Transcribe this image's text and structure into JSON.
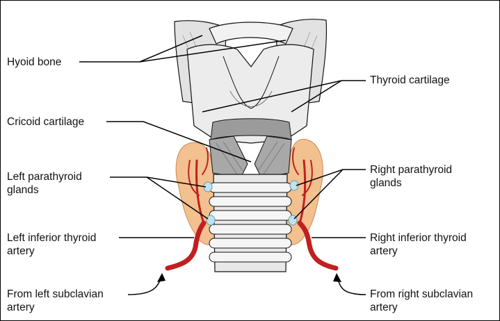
{
  "labels": {
    "hyoid_bone": "Hyoid bone",
    "thyroid_cartilage": "Thyroid cartilage",
    "cricoid_cartilage": "Cricoid cartilage",
    "left_parathyroid": [
      "Left parathyroid",
      "glands"
    ],
    "right_parathyroid": [
      "Right parathyroid",
      "glands"
    ],
    "left_inferior_thyroid": [
      "Left inferior thyroid",
      "artery"
    ],
    "right_inferior_thyroid": [
      "Right inferior thyroid",
      "artery"
    ],
    "from_left_subclavian": [
      "From left subclavian",
      "artery"
    ],
    "from_right_subclavian": [
      "From right subclavian",
      "artery"
    ]
  },
  "colors": {
    "cartilage": "#e6e6e6",
    "cartilage_dark": "#a8a8a8",
    "thyroid_gland": "#f3c08f",
    "artery": "#c0201f",
    "parathyroid": "#bfe3ee",
    "outline": "#111111"
  }
}
